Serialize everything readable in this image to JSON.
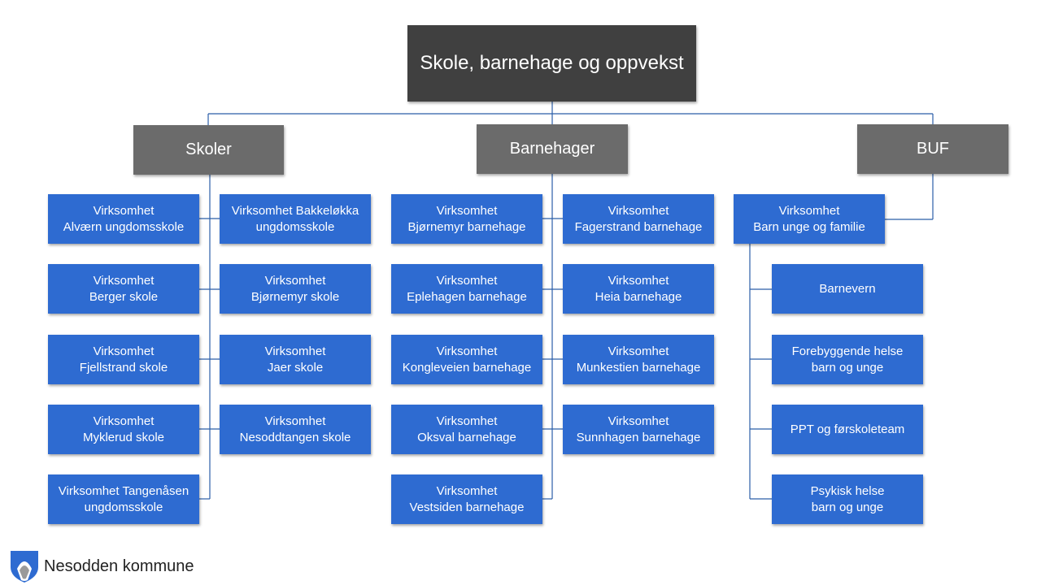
{
  "colors": {
    "root_box": "#404040",
    "category_box": "#6b6b6b",
    "unit_box": "#2e6bd1",
    "connector": "#2b5ea8",
    "logo_blue": "#2e6bd1",
    "logo_grey": "#9a9a9a"
  },
  "root": {
    "title": "Skole, barnehage og oppvekst"
  },
  "categories": {
    "skoler": "Skoler",
    "barnehager": "Barnehager",
    "buf": "BUF"
  },
  "skoler": {
    "left": [
      {
        "line1": "Virksomhet",
        "line2": "Alværn ungdomsskole"
      },
      {
        "line1": "Virksomhet",
        "line2": "Berger skole"
      },
      {
        "line1": "Virksomhet",
        "line2": "Fjellstrand skole"
      },
      {
        "line1": "Virksomhet",
        "line2": "Myklerud skole"
      },
      {
        "line1": "Virksomhet Tangenåsen",
        "line2": "ungdomsskole"
      }
    ],
    "right": [
      {
        "line1": "Virksomhet Bakkeløkka",
        "line2": "ungdomsskole"
      },
      {
        "line1": "Virksomhet",
        "line2": "Bjørnemyr skole"
      },
      {
        "line1": "Virksomhet",
        "line2": "Jaer skole"
      },
      {
        "line1": "Virksomhet",
        "line2": "Nesoddtangen skole"
      }
    ]
  },
  "barnehager": {
    "left": [
      {
        "line1": "Virksomhet",
        "line2": "Bjørnemyr barnehage"
      },
      {
        "line1": "Virksomhet",
        "line2": "Eplehagen barnehage"
      },
      {
        "line1": "Virksomhet",
        "line2": "Kongleveien barnehage"
      },
      {
        "line1": "Virksomhet",
        "line2": "Oksval barnehage"
      },
      {
        "line1": "Virksomhet",
        "line2": "Vestsiden barnehage"
      }
    ],
    "right": [
      {
        "line1": "Virksomhet",
        "line2": "Fagerstrand barnehage"
      },
      {
        "line1": "Virksomhet",
        "line2": "Heia barnehage"
      },
      {
        "line1": "Virksomhet",
        "line2": "Munkestien barnehage"
      },
      {
        "line1": "Virksomhet",
        "line2": "Sunnhagen barnehage"
      }
    ]
  },
  "buf": {
    "head": {
      "line1": "Virksomhet",
      "line2": "Barn unge og familie"
    },
    "children": [
      {
        "line1": "Barnevern",
        "line2": ""
      },
      {
        "line1": "Forebyggende helse",
        "line2": "barn og unge"
      },
      {
        "line1": "PPT og førskoleteam",
        "line2": ""
      },
      {
        "line1": "Psykisk helse",
        "line2": "barn og unge"
      }
    ]
  },
  "logo": {
    "text": "Nesodden kommune",
    "icon": "nesodden-crest-icon"
  }
}
